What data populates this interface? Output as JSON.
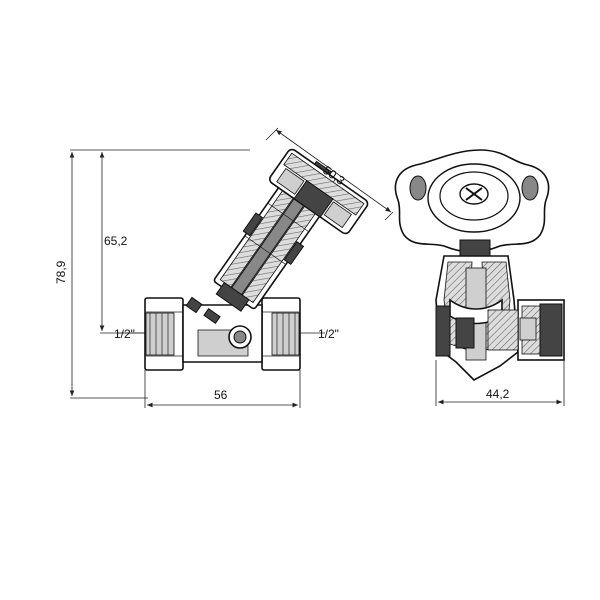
{
  "dimensions": {
    "overall_height": "78,9",
    "stem_height": "65,2",
    "handwheel_diameter": "50,3",
    "body_length": "56",
    "side_width": "44,2",
    "thread_left": "1/2\"",
    "thread_right": "1/2\""
  }
}
